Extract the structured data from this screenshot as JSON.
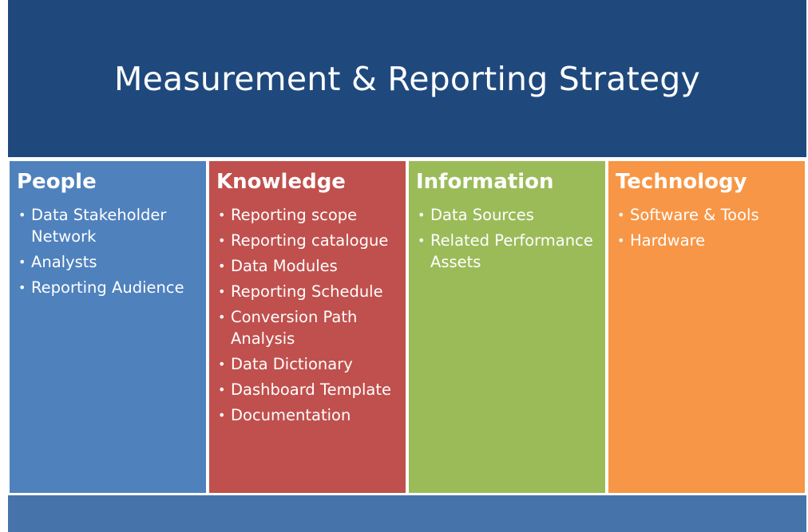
{
  "title": "Measurement & Reporting Strategy",
  "colors": {
    "title_bg": "#1f497d",
    "bottom_bar": "#4674aa",
    "people": "#4f81bd",
    "knowledge": "#c0504d",
    "information": "#9bbb59",
    "technology": "#f79646",
    "text": "#ffffff"
  },
  "columns": [
    {
      "heading": "People",
      "items": [
        "Data Stakeholder Network",
        "Analysts",
        "Reporting Audience"
      ]
    },
    {
      "heading": "Knowledge",
      "items": [
        "Reporting scope",
        "Reporting catalogue",
        "Data Modules",
        "Reporting Schedule",
        "Conversion Path Analysis",
        "Data Dictionary",
        "Dashboard Template",
        "Documentation"
      ]
    },
    {
      "heading": "Information",
      "items": [
        "Data Sources",
        "Related Performance Assets"
      ]
    },
    {
      "heading": "Technology",
      "items": [
        "Software & Tools",
        "Hardware"
      ]
    }
  ],
  "bullet_glyph": "•"
}
